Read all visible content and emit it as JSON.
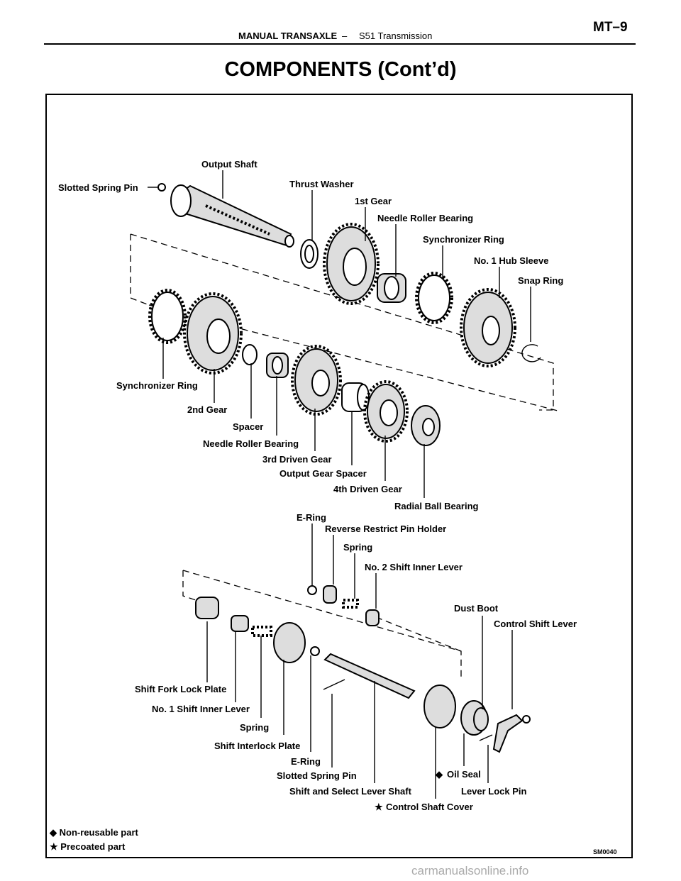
{
  "header": {
    "section": "MANUAL TRANSAXLE",
    "dash": "–",
    "subsection": "S51 Transmission",
    "page_code": "MT–9"
  },
  "title": "COMPONENTS (Cont’d)",
  "diagram": {
    "labels": {
      "output_shaft": "Output Shaft",
      "slotted_spring_pin_top": "Slotted Spring Pin",
      "thrust_washer": "Thrust Washer",
      "first_gear": "1st Gear",
      "needle_roller_bearing_top": "Needle Roller Bearing",
      "synchronizer_ring_top": "Synchronizer Ring",
      "no1_hub_sleeve": "No. 1 Hub Sleeve",
      "snap_ring": "Snap Ring",
      "synchronizer_ring_left": "Synchronizer Ring",
      "second_gear": "2nd Gear",
      "spacer": "Spacer",
      "needle_roller_bearing_mid": "Needle Roller Bearing",
      "third_driven_gear": "3rd Driven Gear",
      "output_gear_spacer": "Output Gear Spacer",
      "fourth_driven_gear": "4th Driven Gear",
      "radial_ball_bearing": "Radial Ball Bearing",
      "e_ring_top": "E-Ring",
      "reverse_restrict_pin_holder": "Reverse Restrict Pin Holder",
      "spring_top": "Spring",
      "no2_shift_inner_lever": "No. 2 Shift Inner Lever",
      "dust_boot": "Dust Boot",
      "control_shift_lever": "Control Shift Lever",
      "shift_fork_lock_plate": "Shift Fork Lock Plate",
      "no1_shift_inner_lever": "No. 1 Shift Inner Lever",
      "spring_bottom": "Spring",
      "shift_interlock_plate": "Shift Interlock Plate",
      "e_ring_bottom": "E-Ring",
      "slotted_spring_pin_bottom": "Slotted Spring Pin",
      "shift_select_lever_shaft": "Shift and Select Lever Shaft",
      "oil_seal": "Oil Seal",
      "lever_lock_pin": "Lever Lock Pin",
      "control_shaft_cover": "Control Shaft Cover"
    },
    "symbols": {
      "non_reusable": "◆",
      "precoated": "★"
    },
    "figure_code": "SM0040"
  },
  "legend": {
    "non_reusable_symbol": "◆",
    "non_reusable": "Non-reusable part",
    "precoated_symbol": "★",
    "precoated": "Precoated part"
  },
  "watermark": "carmanualsonline.info"
}
